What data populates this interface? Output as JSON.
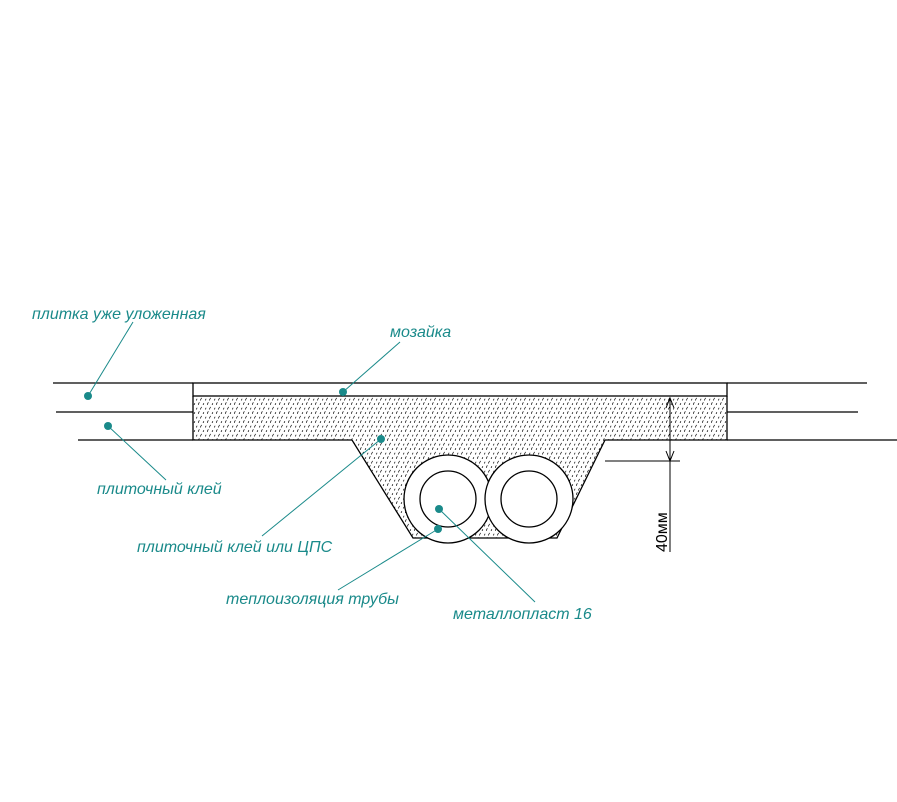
{
  "colors": {
    "callout": "#1a8a8a",
    "line": "#000000",
    "background": "#ffffff"
  },
  "labels": {
    "tile_laid": "плитка уже уложенная",
    "mosaic": "мозайка",
    "tile_adhesive": "плиточный клей",
    "adhesive_or_cps": "плиточный клей или ЦПС",
    "pipe_insulation": "теплоизоляция трубы",
    "metal_plastic": "металлопласт 16"
  },
  "dimension": {
    "value": "40мм"
  }
}
